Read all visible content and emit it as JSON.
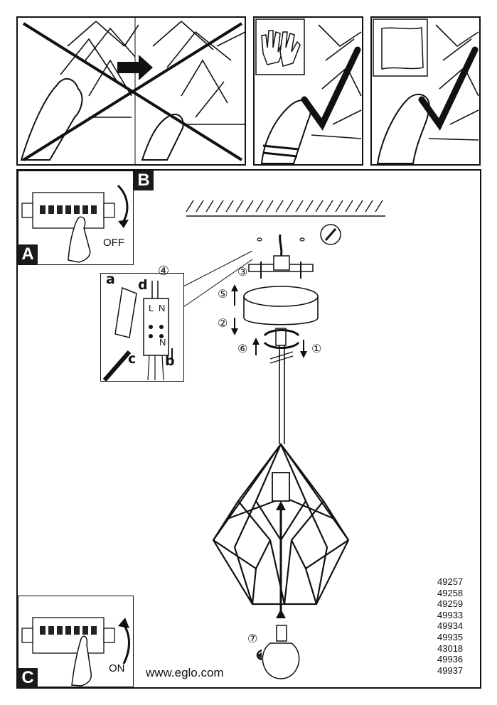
{
  "top_panels": [
    {
      "name": "wrong-bare-hands-1",
      "status": "prohibited"
    },
    {
      "name": "wrong-bare-hands-2",
      "status": "prohibited"
    },
    {
      "name": "correct-gloves",
      "status": "ok",
      "icon": "gloves-icon"
    },
    {
      "name": "correct-cloth",
      "status": "ok",
      "icon": "cloth-icon"
    }
  ],
  "sections": {
    "a": "A",
    "b": "B",
    "c": "C"
  },
  "switch_off_label": "OFF",
  "switch_on_label": "ON",
  "callouts": {
    "a": "a",
    "b": "b",
    "c": "c",
    "d": "d"
  },
  "connector": {
    "l": "L",
    "n": "N",
    "n2": "N"
  },
  "steps": {
    "s1": "①",
    "s2": "②",
    "s3": "③",
    "s4": "④",
    "s5": "⑤",
    "s6": "⑥",
    "s7": "⑦"
  },
  "website": "www.eglo.com",
  "model_numbers": [
    "49257",
    "49258",
    "49259",
    "49933",
    "49934",
    "49935",
    "43018",
    "49936",
    "49937"
  ]
}
